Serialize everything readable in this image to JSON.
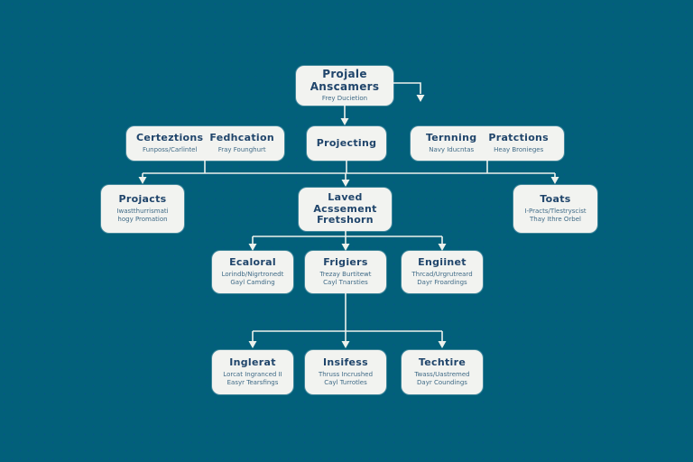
{
  "theme": {
    "bg": "#02607a",
    "box_fill": "#f2f3f0",
    "title_color": "#20456b",
    "subtitle_color": "#3f6a86",
    "line_color": "#edf1ec"
  },
  "nodes": {
    "root": {
      "title": "Projale Anscamers",
      "subtitle": "Frey Ducietion"
    },
    "branch_left": {
      "left": {
        "title": "Certeztions",
        "subtitle": "Funposs/Carlintel"
      },
      "right": {
        "title": "Fedhcation",
        "subtitle": "Fray Founghurt"
      }
    },
    "projecting": {
      "title": "Projecting"
    },
    "branch_right": {
      "left": {
        "title": "Ternning",
        "subtitle": "Navy Iducntas"
      },
      "right": {
        "title": "Pratctions",
        "subtitle": "Heay Bronieges"
      }
    },
    "projacts": {
      "title": "Projacts",
      "line1": "Iwastthurrismati",
      "line2": "hogy Promation"
    },
    "laved": {
      "title_line1": "Laved Acssement",
      "title_line2": "Fretshorn"
    },
    "toats": {
      "title": "Toats",
      "line1": "I-Practs/Tlestryscist",
      "line2": "Thay Ithre Orbel"
    },
    "ecaloral": {
      "title": "Ecaloral",
      "line1": "Lorindb/Nigrtronedt",
      "line2": "Gayl Camding"
    },
    "frigiers": {
      "title": "Frigiers",
      "line1": "Trezay Burtitewt",
      "line2": "Cayl Tnarsties"
    },
    "engiinet": {
      "title": "Engiinet",
      "line1": "Thrcad/Urgrutreard",
      "line2": "Dayr Froardings"
    },
    "inglerat": {
      "title": "Inglerat",
      "line1": "Lorcat Ingranced II",
      "line2": "Easyr Tearsfings"
    },
    "insifess": {
      "title": "Insifess",
      "line1": "Thruss Incrushed",
      "line2": "Cayl Turrotles"
    },
    "techtire": {
      "title": "Techtire",
      "line1": "Twass/Uastremed",
      "line2": "Dayr Coundings"
    }
  }
}
